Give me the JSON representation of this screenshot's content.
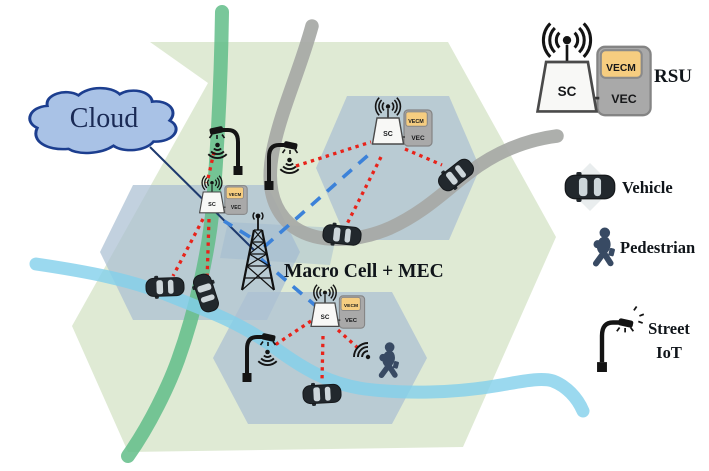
{
  "diagram": {
    "cloud_label": "Cloud",
    "macro_cell_label": "Macro Cell + MEC"
  },
  "rsu_unit": {
    "sc_label": "SC",
    "vecm_label": "VECM",
    "vec_label": "VEC"
  },
  "legend": {
    "rsu_label": "RSU",
    "vehicle_label": "Vehicle",
    "pedestrian_label": "Pedestrian",
    "street_iot_line1": "Street",
    "street_iot_line2": "IoT"
  },
  "colors": {
    "macro_cell_fill": "#dde9d2",
    "small_cell_fill": "#aabfd3",
    "road_green": "#62bd88",
    "road_gray": "#a6a8a5",
    "road_blue": "#82cfeb",
    "cloud_fill": "#a9c2e6",
    "cloud_stroke": "#1c3e8f",
    "vecm_fill": "#f6cd80",
    "vec_fill": "#a9a9a9",
    "wireless_link_red": "#e8231a",
    "macro_link_blue": "#3c82d9",
    "cloud_link_navy": "#1e3a6e"
  }
}
